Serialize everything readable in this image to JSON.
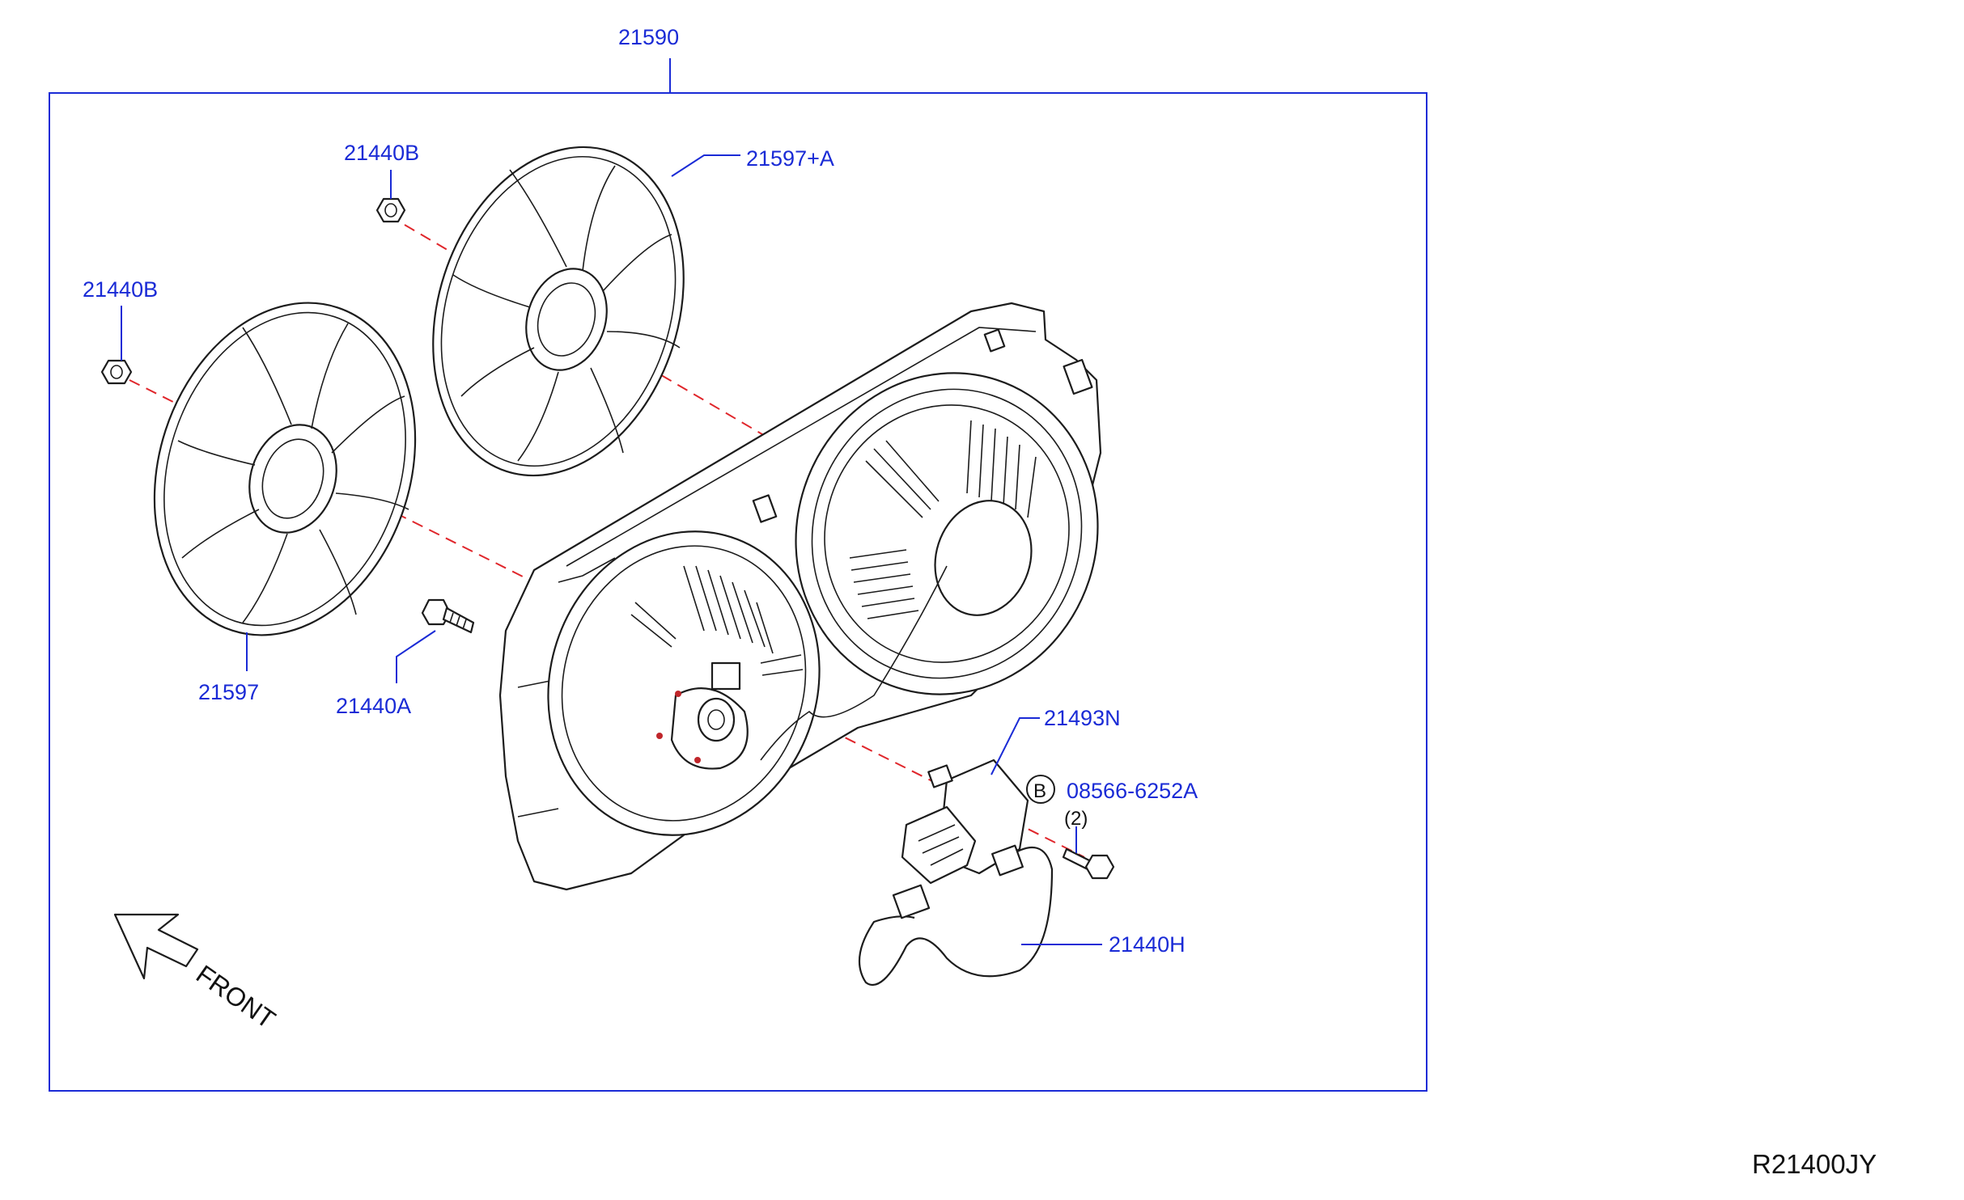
{
  "diagram": {
    "assembly_callout": "21590",
    "callouts": {
      "nut_upper": "21440B",
      "nut_lower": "21440B",
      "fan_blade_a": "21597+A",
      "fan_blade": "21597",
      "bolt": "21440A",
      "resistor": "21493N",
      "screw": "08566-6252A",
      "screw_badge": "B",
      "screw_qty": "(2)",
      "harness": "21440H"
    },
    "front_label": "FRONT",
    "drawing_code": "R21400JY"
  },
  "colors": {
    "callout_text": "#1a2bd6",
    "frame": "#1a2bd6",
    "axis_line": "#e0262b",
    "drawing_ink": "#1c1c1c"
  }
}
